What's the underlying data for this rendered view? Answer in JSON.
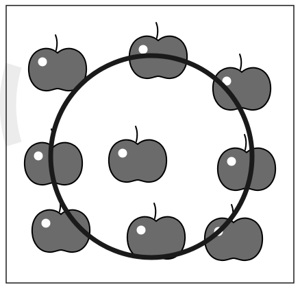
{
  "figure": {
    "type": "apples-inside-and-outside-circle",
    "apple_count": 9,
    "apples_inside_circle": 1,
    "apples_on_circle": 8,
    "colors": {
      "background": "#ffffff",
      "frame": "#1a1a1a",
      "apple_fill": "#6b6b6b",
      "apple_outline": "#000000",
      "highlight": "#ffffff",
      "circle_stroke": "#1a1a1a",
      "watermark": "#ececec"
    }
  }
}
